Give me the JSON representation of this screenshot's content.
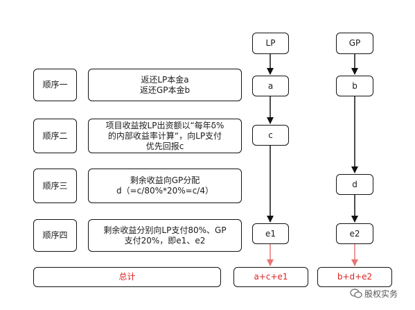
{
  "steps": [
    {
      "label": "顺序一",
      "desc": [
        "返还LP本金a",
        "返还GP本金b"
      ]
    },
    {
      "label": "顺序二",
      "desc": [
        "项目收益按LP出资额以“每年δ%",
        "的内部收益率计算“，向LP支付",
        "优先回报c"
      ]
    },
    {
      "label": "顺序三",
      "desc": [
        "剩余收益向GP分配",
        "d（=c/80%*20%=c/4）"
      ]
    },
    {
      "label": "顺序四",
      "desc": [
        "剩余收益分别向LP支付80%、GP",
        "支付20%，即e1、e2"
      ]
    }
  ],
  "total": {
    "label": "总计"
  },
  "lp": {
    "header": "LP",
    "nodes": [
      "a",
      "c",
      "e1"
    ],
    "sum": "a+c+e1"
  },
  "gp": {
    "header": "GP",
    "nodes": [
      "b",
      "d",
      "e2"
    ],
    "sum": "b+d+e2"
  },
  "watermark": {
    "text": "股权实务"
  },
  "colors": {
    "border": "#111111",
    "sum_text": "#e02020",
    "sum_arrow": "#e87474"
  }
}
